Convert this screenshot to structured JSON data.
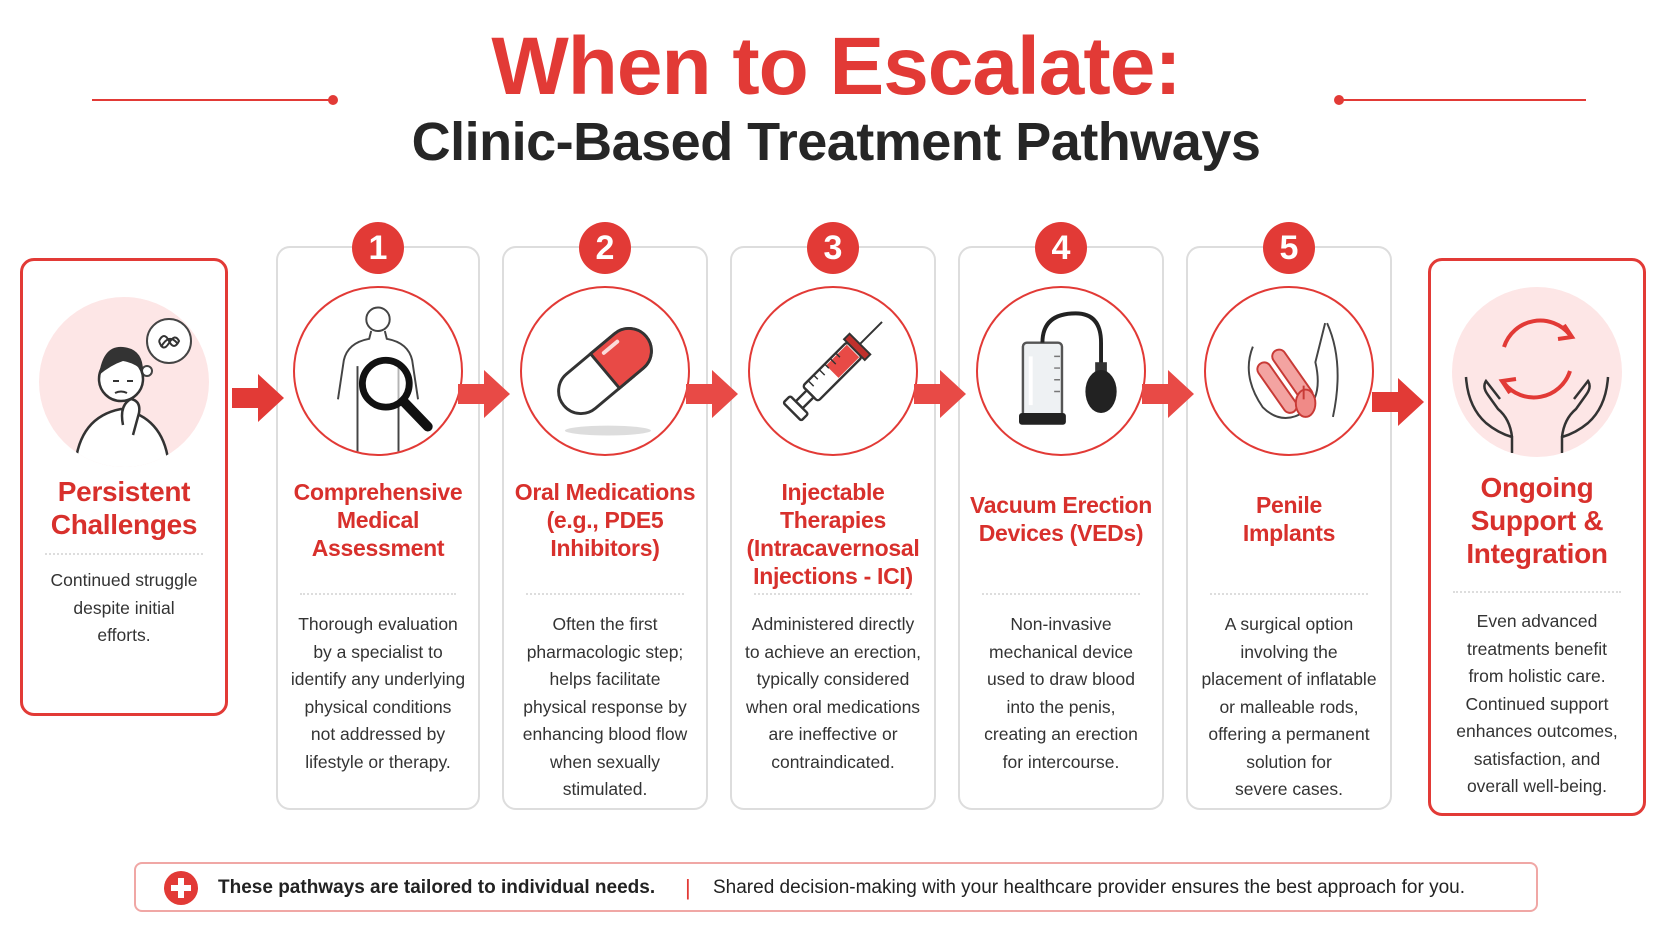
{
  "header": {
    "title": "When to Escalate:",
    "subtitle": "Clinic-Based Treatment Pathways"
  },
  "colors": {
    "accent": "#e23a36",
    "heading_text": "#262626",
    "card_border": "#dddddd",
    "soft_fill": "#fde6e6"
  },
  "start_card": {
    "icon": "thinking-person-icon",
    "title": "Persistent Challenges",
    "title_lines": [
      "Persistent",
      "Challenges"
    ],
    "desc_lines": [
      "Continued struggle",
      "despite initial",
      "efforts."
    ]
  },
  "steps": [
    {
      "number": "1",
      "icon": "body-magnifier-icon",
      "title_lines": [
        "Comprehensive",
        "Medical",
        "Assessment"
      ],
      "desc_lines": [
        "Thorough evaluation",
        "by a specialist to",
        "identify any underlying",
        "physical conditions",
        "not addressed by",
        "lifestyle or therapy."
      ]
    },
    {
      "number": "2",
      "icon": "pill-capsule-icon",
      "title_lines": [
        "Oral Medications",
        "(e.g., PDE5",
        "Inhibitors)"
      ],
      "desc_lines": [
        "Often the first",
        "pharmacologic step;",
        "helps facilitate",
        "physical response by",
        "enhancing blood flow",
        "when sexually",
        "stimulated."
      ]
    },
    {
      "number": "3",
      "icon": "syringe-icon",
      "title_lines": [
        "Injectable",
        "Therapies",
        "(Intracavernosal",
        "Injections - ICI)"
      ],
      "desc_lines": [
        "Administered directly",
        "to achieve an erection,",
        "typically considered",
        "when oral medications",
        "are ineffective or",
        "contraindicated."
      ]
    },
    {
      "number": "4",
      "icon": "vacuum-pump-icon",
      "title_lines": [
        "Vacuum Erection",
        "Devices (VEDs)"
      ],
      "desc_lines": [
        "Non-invasive",
        "mechanical device",
        "used to draw blood",
        "into the penis,",
        "creating an erection",
        "for intercourse."
      ]
    },
    {
      "number": "5",
      "icon": "implant-anatomy-icon",
      "title_lines": [
        "Penile",
        "Implants"
      ],
      "desc_lines": [
        "A surgical option",
        "involving the",
        "placement of inflatable",
        "or malleable rods,",
        "offering a permanent",
        "solution for",
        "severe cases."
      ]
    }
  ],
  "end_card": {
    "icon": "hands-cycle-icon",
    "title_lines": [
      "Ongoing",
      "Support &",
      "Integration"
    ],
    "desc_lines": [
      "Even advanced",
      "treatments benefit",
      "from holistic care.",
      "Continued support",
      "enhances outcomes,",
      "satisfaction, and",
      "overall well-being."
    ]
  },
  "footer": {
    "icon": "medical-cross-icon",
    "bold_text": "These pathways are tailored to individual needs.",
    "separator": "|",
    "text": "Shared decision-making with your healthcare provider ensures the best approach for you."
  }
}
